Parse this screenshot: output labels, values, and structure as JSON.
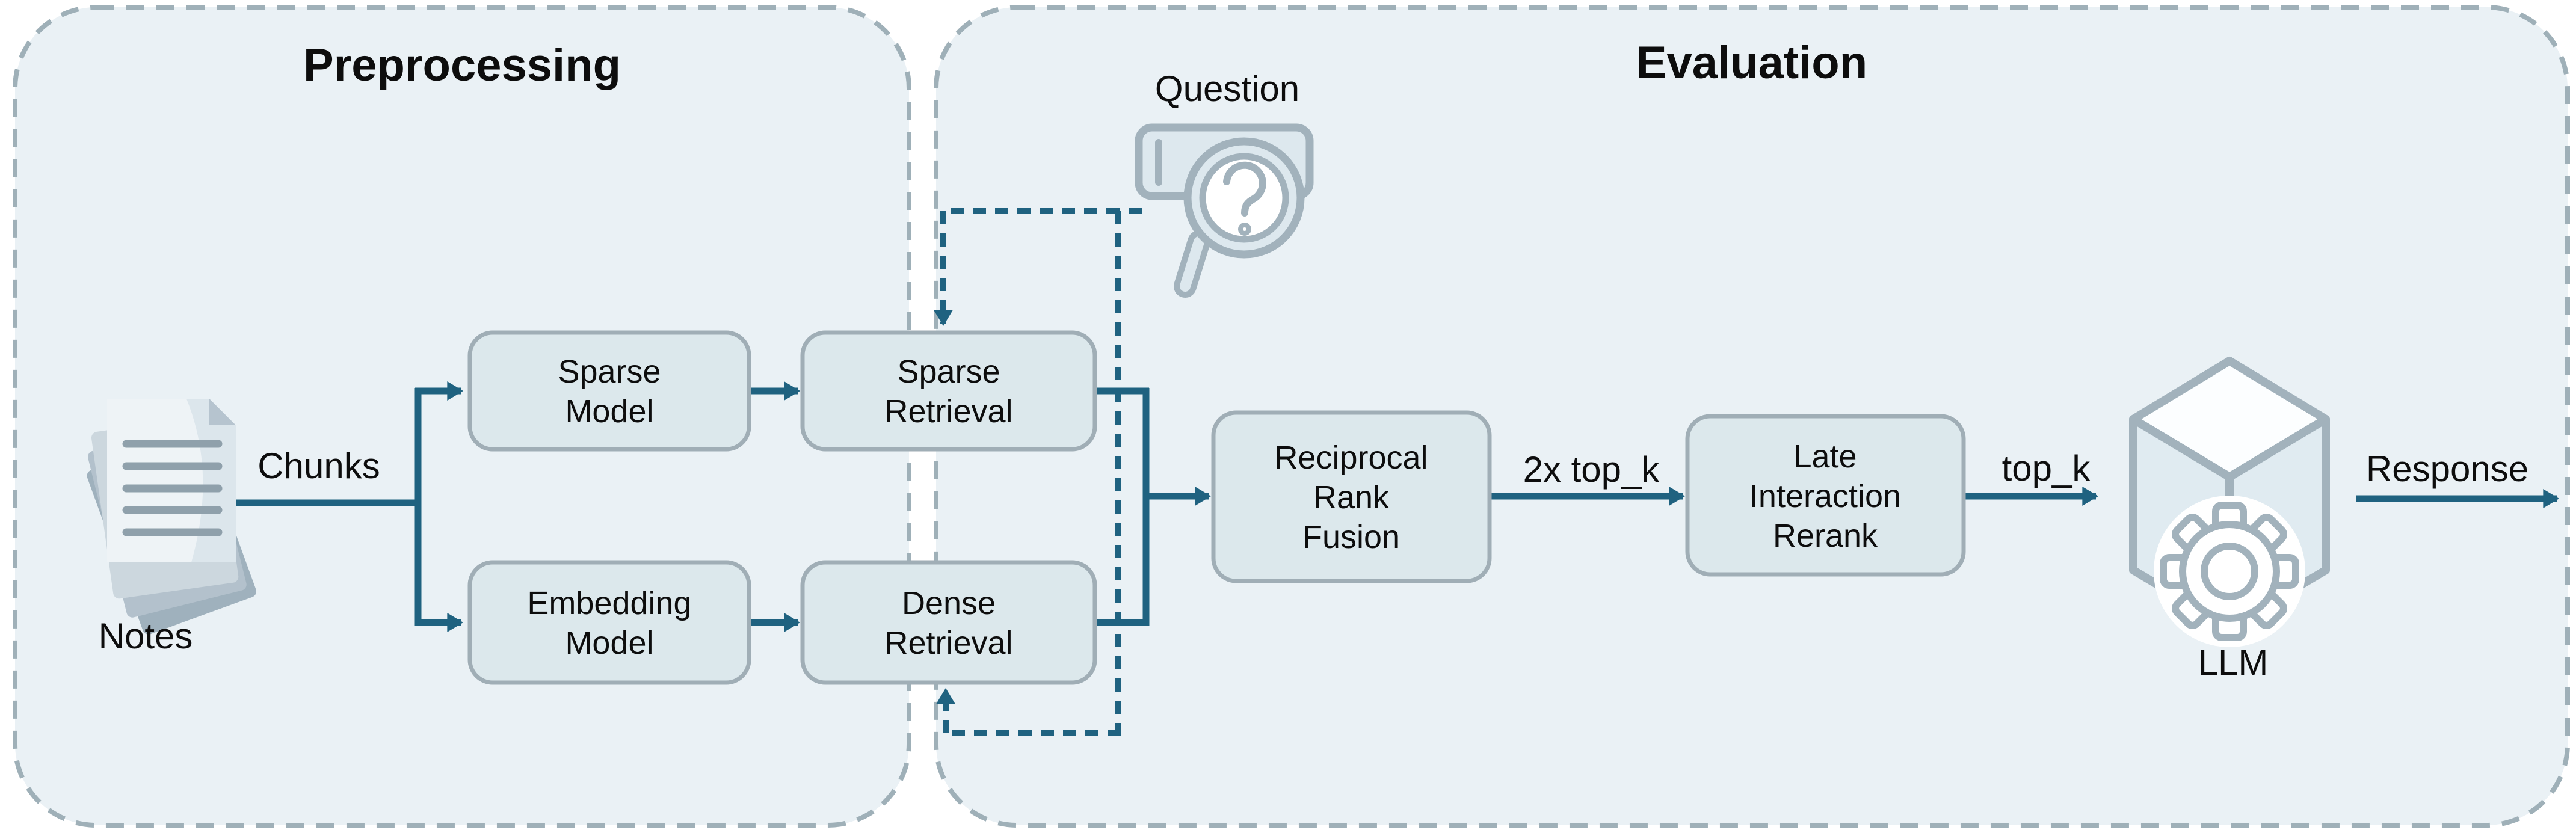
{
  "meta": {
    "type": "rag-pipeline-flow-diagram"
  },
  "sections": {
    "preprocessing": {
      "title": "Preprocessing"
    },
    "evaluation": {
      "title": "Evaluation"
    }
  },
  "nodes": {
    "sparse_model": {
      "line1": "Sparse",
      "line2": "Model"
    },
    "sparse_retrieval": {
      "line1": "Sparse",
      "line2": "Retrieval"
    },
    "embedding_model": {
      "line1": "Embedding",
      "line2": "Model"
    },
    "dense_retrieval": {
      "line1": "Dense",
      "line2": "Retrieval"
    },
    "reciprocal_rank_fusion": {
      "line1": "Reciprocal",
      "line2": "Rank",
      "line3": "Fusion"
    },
    "late_interaction_rerank": {
      "line1": "Late",
      "line2": "Interaction",
      "line3": "Rerank"
    }
  },
  "labels": {
    "notes": "Notes",
    "chunks": "Chunks",
    "question": "Question",
    "llm": "LLM",
    "fusion_input": "2x top_k",
    "rerank_output": "top_k",
    "response": "Response"
  },
  "icons": {
    "notes": "documents-stack-icon",
    "question": "magnifier-question-icon",
    "llm": "cube-gear-icon"
  },
  "colors": {
    "background": "#ffffff",
    "section_fill": "#eaf1f5",
    "section_border": "#9fb0b8",
    "node_fill": "#dce8ec",
    "node_border": "#a0aeb6",
    "flow_arrow": "#1f6280",
    "icon_stroke": "#a2b2bc",
    "icon_fill": "#dde8ee",
    "text": "#0d0d0d"
  }
}
